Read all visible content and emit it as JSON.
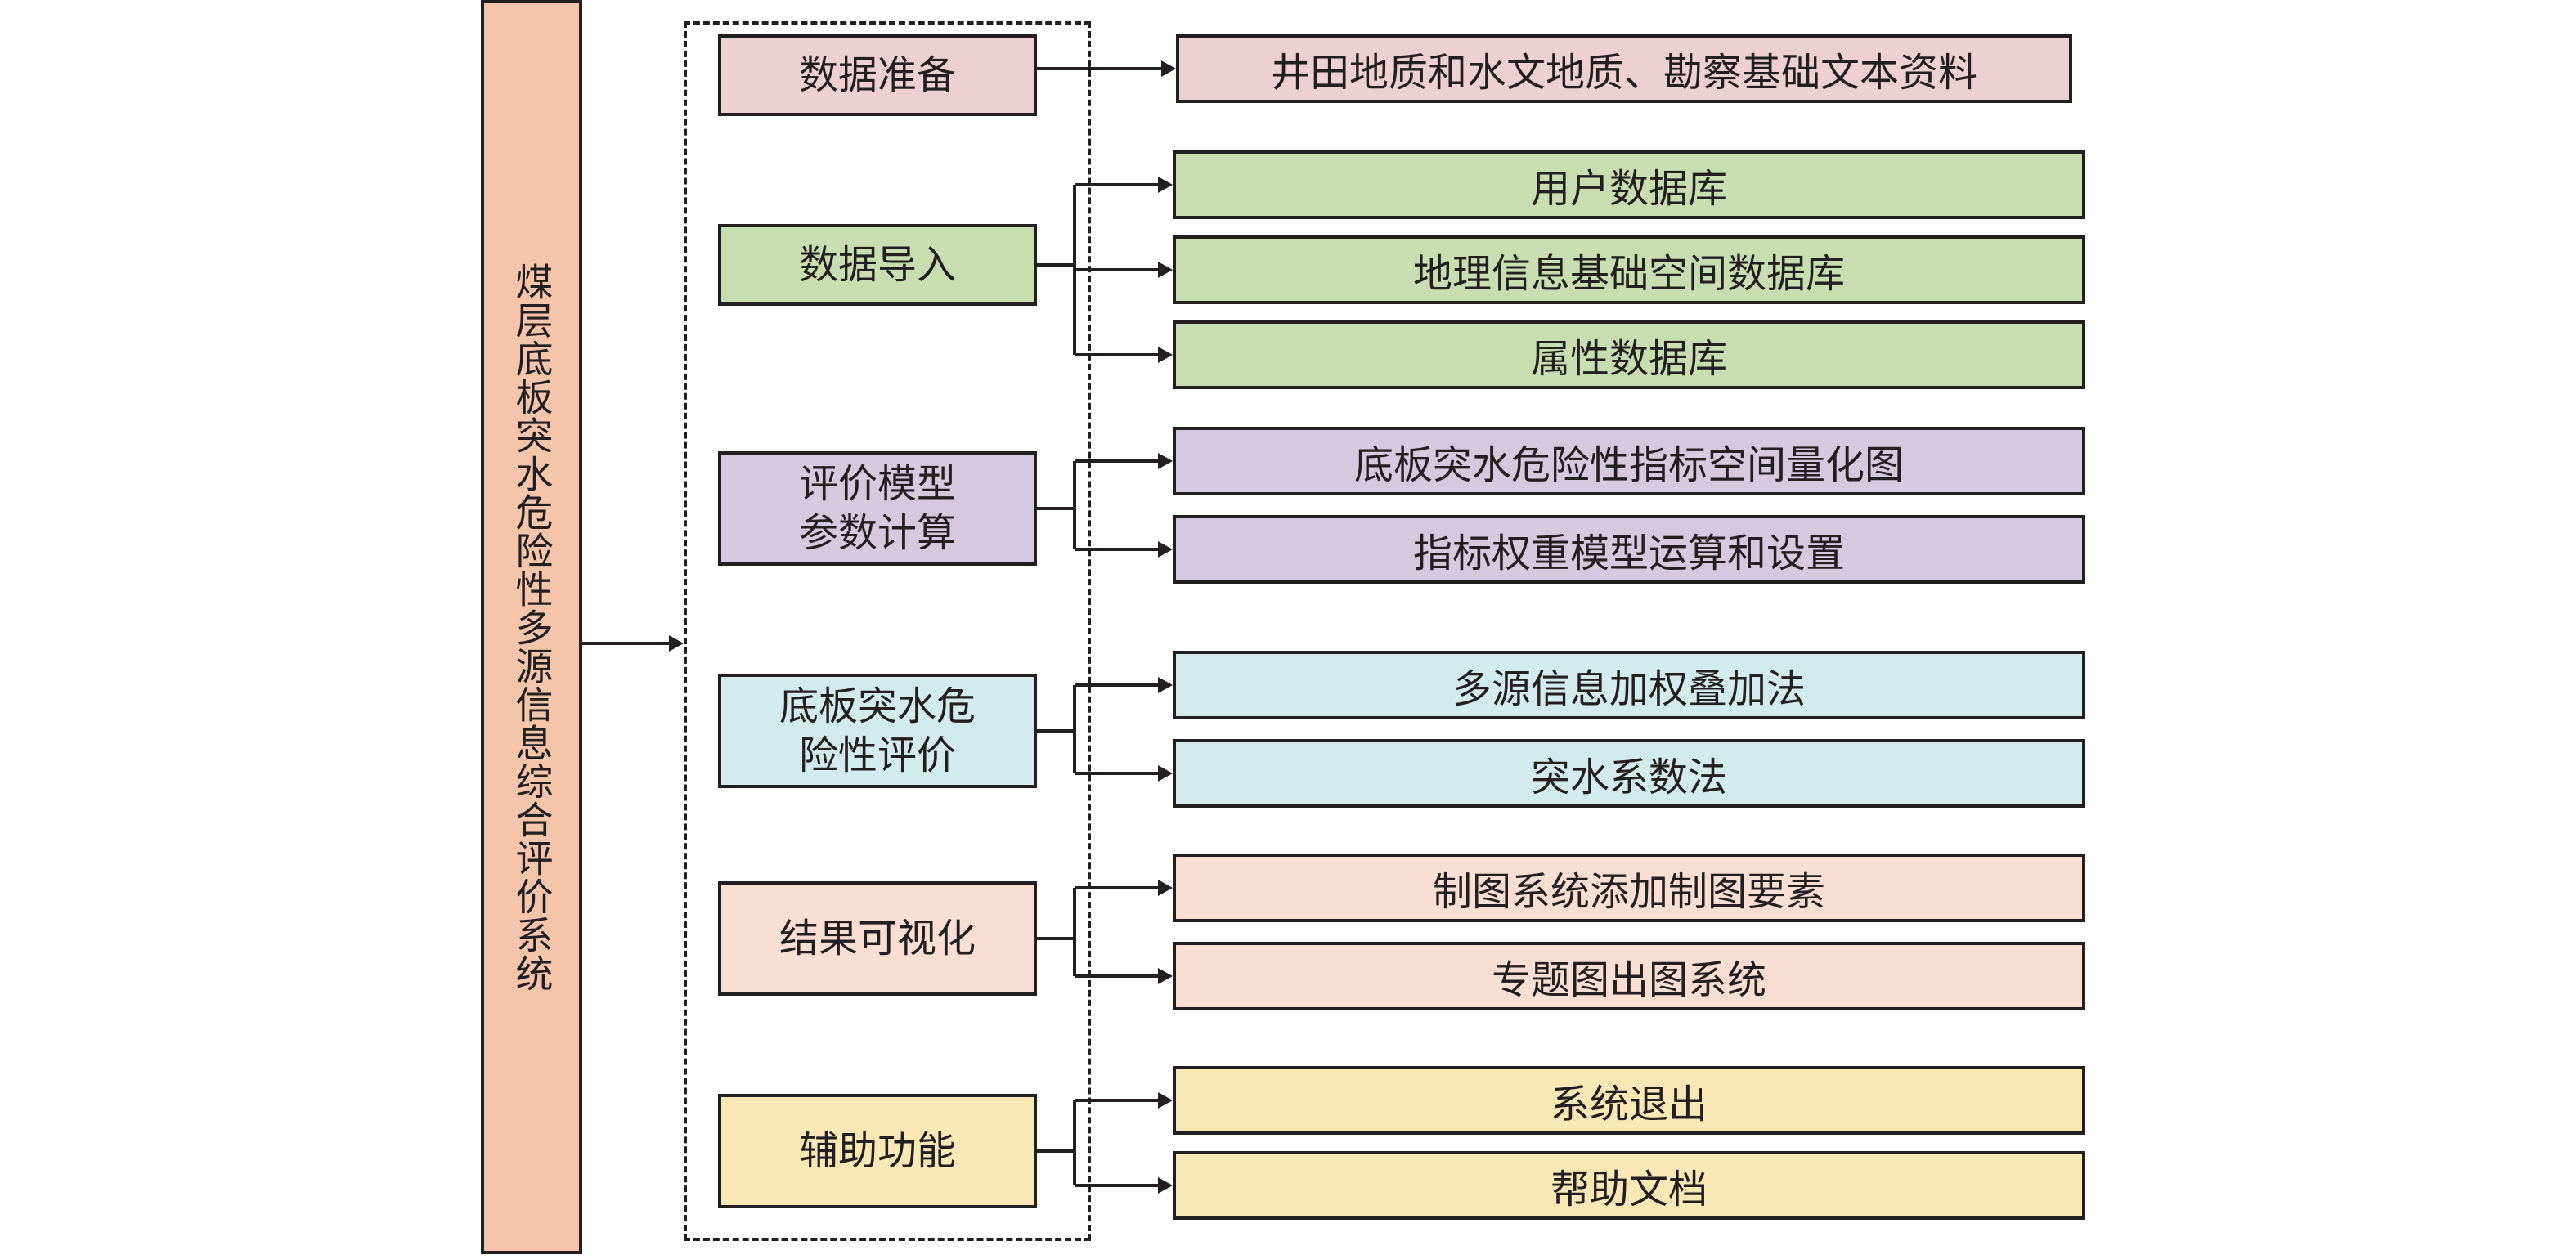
{
  "root": {
    "label": "煤层底板突水危险性多源信息综合评价系统",
    "color": "#f4c5aa"
  },
  "modules": [
    {
      "label": "数据准备",
      "color": "#ecd0d3",
      "children": [
        "井田地质和水文地质、勘察基础文本资料"
      ]
    },
    {
      "label": "数据导入",
      "color": "#c9deb0",
      "children": [
        "用户数据库",
        "地理信息基础空间数据库",
        "属性数据库"
      ]
    },
    {
      "label": "评价模型\n参数计算",
      "color": "#d5c9df",
      "children": [
        "底板突水危险性指标空间量化图",
        "指标权重模型运算和设置"
      ]
    },
    {
      "label": "底板突水危\n险性评价",
      "color": "#d3ebec",
      "children": [
        "多源信息加权叠加法",
        "突水系数法"
      ]
    },
    {
      "label": "结果可视化",
      "color": "#f9dfd3",
      "children": [
        "制图系统添加制图要素",
        "专题图出图系统"
      ]
    },
    {
      "label": "辅助功能",
      "color": "#f8e8b6",
      "children": [
        "系统退出",
        "帮助文档"
      ]
    }
  ]
}
